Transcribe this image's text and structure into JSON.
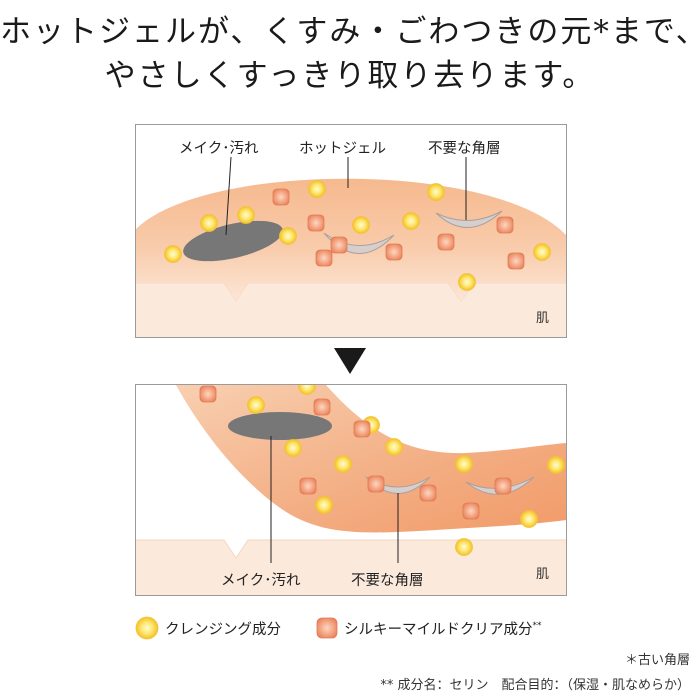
{
  "headline": {
    "line1": "ホットジェルが、くすみ・ごわつきの元*まで、",
    "line2": "やさしくすっきり取り去ります。"
  },
  "before": {
    "labels": {
      "makeup": "メイク･汚れ",
      "gel": "ホットジェル",
      "keratin": "不要な角層"
    },
    "skin": "肌"
  },
  "after": {
    "labels": {
      "makeup": "メイク･汚れ",
      "keratin": "不要な角層"
    },
    "skin": "肌"
  },
  "legend": {
    "cleansing": "クレンジング成分",
    "silky": "シルキーマイルドクリア成分",
    "silky_mark": "**"
  },
  "notes": {
    "note1": "＊古い角層",
    "note2": "** 成分名：セリン　配合目的：（保湿・肌なめらか）"
  },
  "colors": {
    "gel_orange": "#f2a878",
    "skin_beige": "#fbe8da",
    "dirt_gray": "#777777",
    "cleansing_yellow": "#fbd443",
    "silky_orange": "#ee8e68"
  }
}
